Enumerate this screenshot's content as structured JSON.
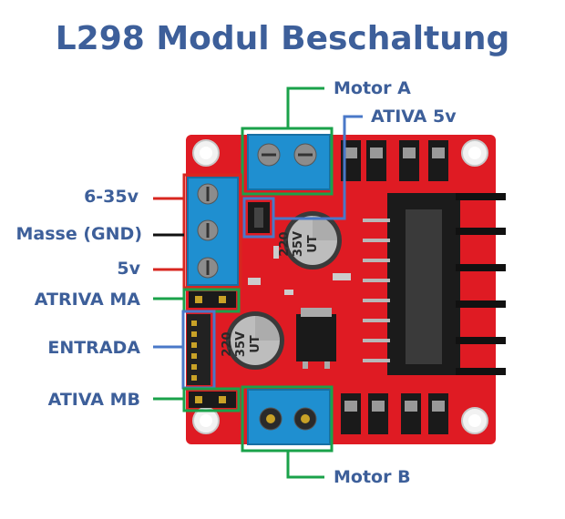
{
  "title": "L298 Modul Beschaltung",
  "labels": {
    "motor_a": "Motor A",
    "ativa_5v": "ATIVA 5v",
    "v6_35": "6-35v",
    "masse_gnd": "Masse (GND)",
    "v5": "5v",
    "atriva_ma": "ATRIVA MA",
    "entrada": "ENTRADA",
    "ativa_mb": "ATIVA MB",
    "motor_b": "Motor B"
  },
  "capacitor": {
    "line1": "220",
    "line2": "35V",
    "line3": "UT"
  },
  "colors": {
    "title": "#3d5f9a",
    "board": "#e01a22",
    "terminal": "#1f8fd0",
    "green_line": "#1aa24a",
    "blue_line": "#4a78c8",
    "red_wire": "#d8261f",
    "black_wire": "#111111"
  }
}
